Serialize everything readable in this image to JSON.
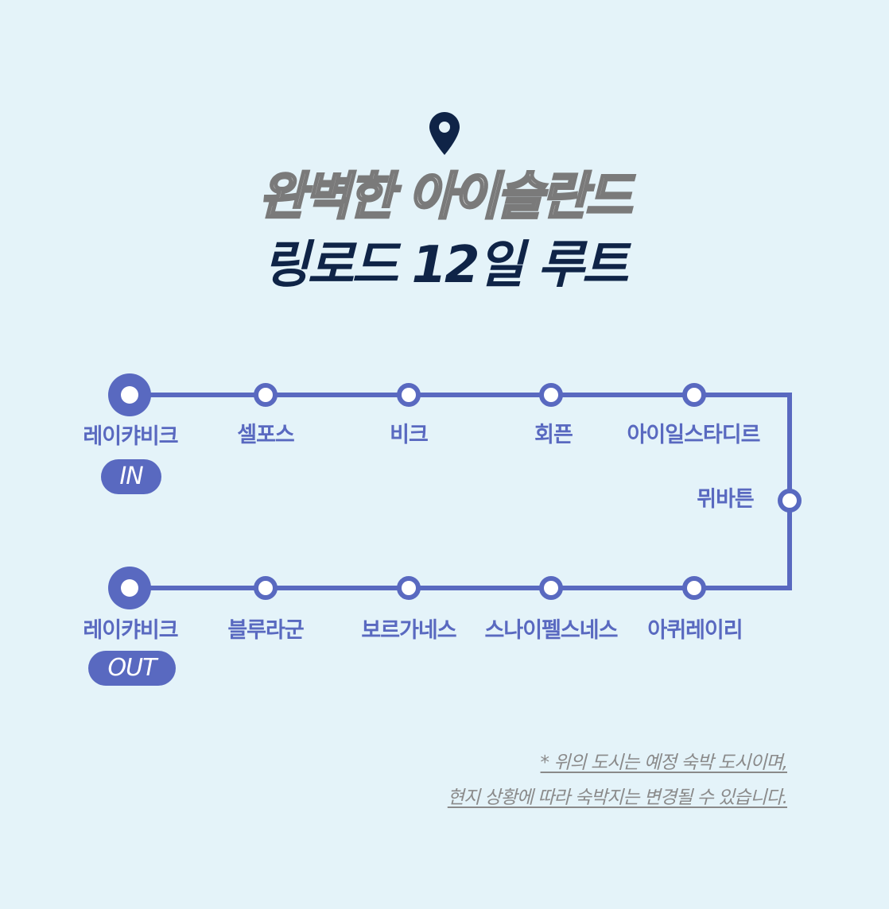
{
  "title": {
    "line1": "완벽한 아이슬란드",
    "line2": "링로드 12일 루트"
  },
  "icon": "map-pin-icon",
  "colors": {
    "background": "#e4f3f9",
    "route": "#5969c0",
    "title_dark": "#0f2447",
    "note": "#8a8a8a"
  },
  "route": {
    "top_stops": [
      {
        "name": "레이캬비크",
        "badge": "IN"
      },
      {
        "name": "셀포스"
      },
      {
        "name": "비크"
      },
      {
        "name": "회픈"
      },
      {
        "name": "아이일스타디르"
      }
    ],
    "side_stop": {
      "name": "뮈바튼"
    },
    "bottom_stops": [
      {
        "name": "레이캬비크",
        "badge": "OUT"
      },
      {
        "name": "블루라군"
      },
      {
        "name": "보르가네스"
      },
      {
        "name": "스나이펠스네스"
      },
      {
        "name": "아퀴레이리"
      }
    ]
  },
  "notes": {
    "line1": "* 위의 도시는 예정 숙박 도시이며,",
    "line2": "현지 상황에 따라 숙박지는 변경될 수 있습니다."
  }
}
